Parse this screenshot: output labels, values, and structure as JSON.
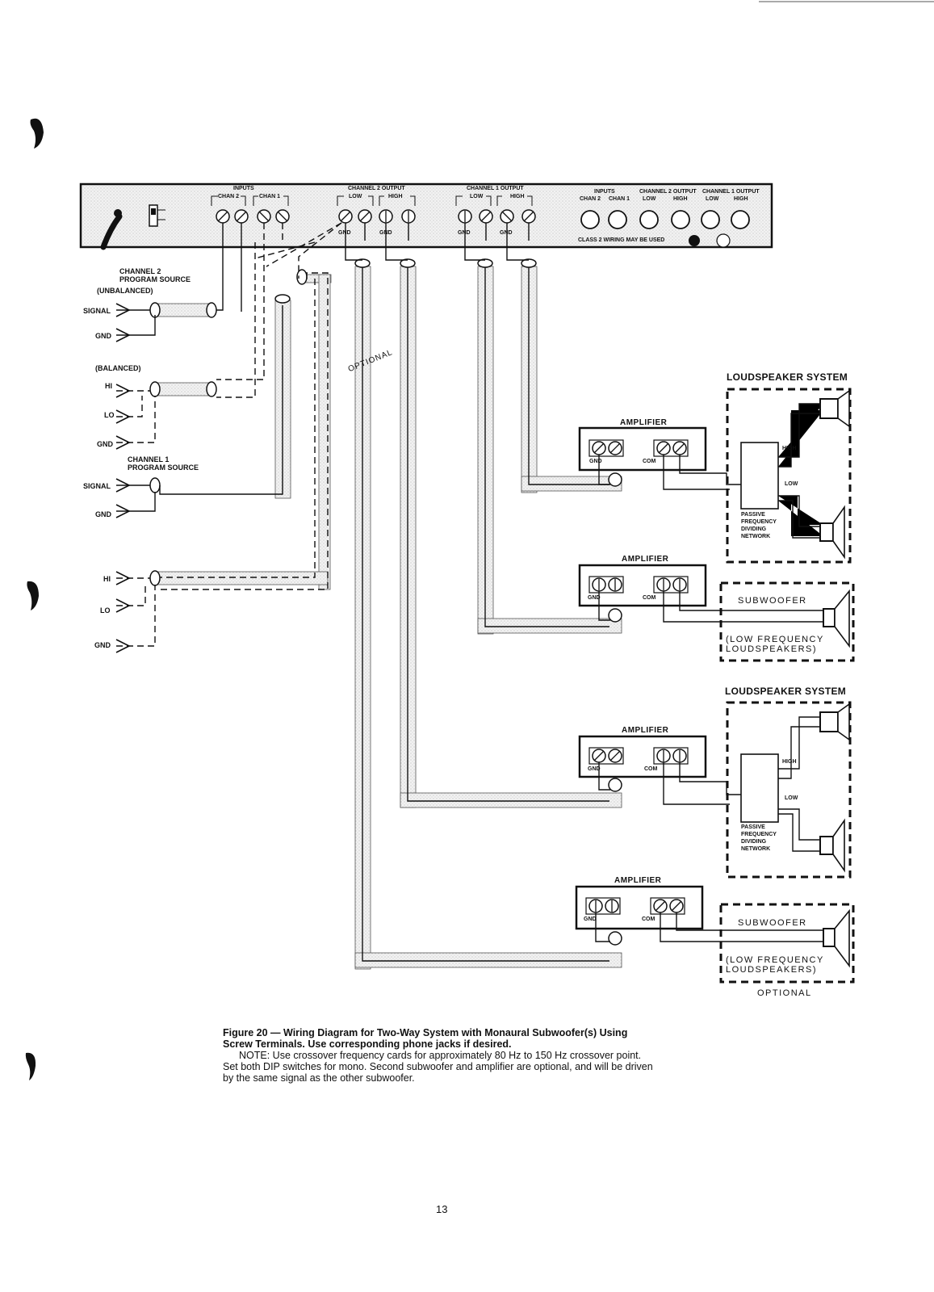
{
  "panel": {
    "inputs_label": "INPUTS",
    "chan2": "CHAN 2",
    "chan1": "CHAN 1",
    "ch2_output": "CHANNEL 2 OUTPUT",
    "ch1_output": "CHANNEL 1 OUTPUT",
    "low": "LOW",
    "high": "HIGH",
    "gnd": "GND",
    "right_inputs": "INPUTS",
    "right_chan2": "CHAN 2",
    "right_chan1": "CHAN 1",
    "right_ch2_output": "CHANNEL 2 OUTPUT",
    "right_ch1_output": "CHANNEL 1 OUTPUT",
    "right_low": "LOW",
    "right_high": "HIGH",
    "class2": "CLASS 2 WIRING MAY BE USED"
  },
  "sources": {
    "ch2_title": "CHANNEL 2",
    "ch2_sub": "PROGRAM SOURCE",
    "unbalanced": "(UNBALANCED)",
    "signal": "SIGNAL",
    "gnd": "GND",
    "balanced": "(BALANCED)",
    "hi": "HI",
    "lo": "LO",
    "ch1_title": "CHANNEL 1",
    "ch1_sub": "PROGRAM SOURCE"
  },
  "optional_tag": "OPTIONAL",
  "loudspeaker": {
    "title": "LOUDSPEAKER SYSTEM",
    "high": "HIGH",
    "low": "LOW",
    "passive": "PASSIVE",
    "frequency": "FREQUENCY",
    "dividing": "DIVIDING",
    "network": "NETWORK"
  },
  "amplifier": {
    "title": "AMPLIFIER",
    "gnd": "GND",
    "com": "COM"
  },
  "subwoofer": {
    "title": "SUBWOOFER",
    "line1": "(LOW FREQUENCY",
    "line2": "LOUDSPEAKERS)"
  },
  "optional_label": "OPTIONAL",
  "caption": {
    "title": "Figure 20 — Wiring Diagram for Two-Way System with Monaural Subwoofer(s) Using Screw Terminals. Use corresponding phone jacks if desired.",
    "note": "NOTE: Use crossover frequency cards for approximately 80 Hz to 150 Hz crossover point. Set both DIP switches for mono. Second subwoofer and amplifier are optional, and will be driven by the same signal as the other subwoofer."
  },
  "page_number": "13"
}
